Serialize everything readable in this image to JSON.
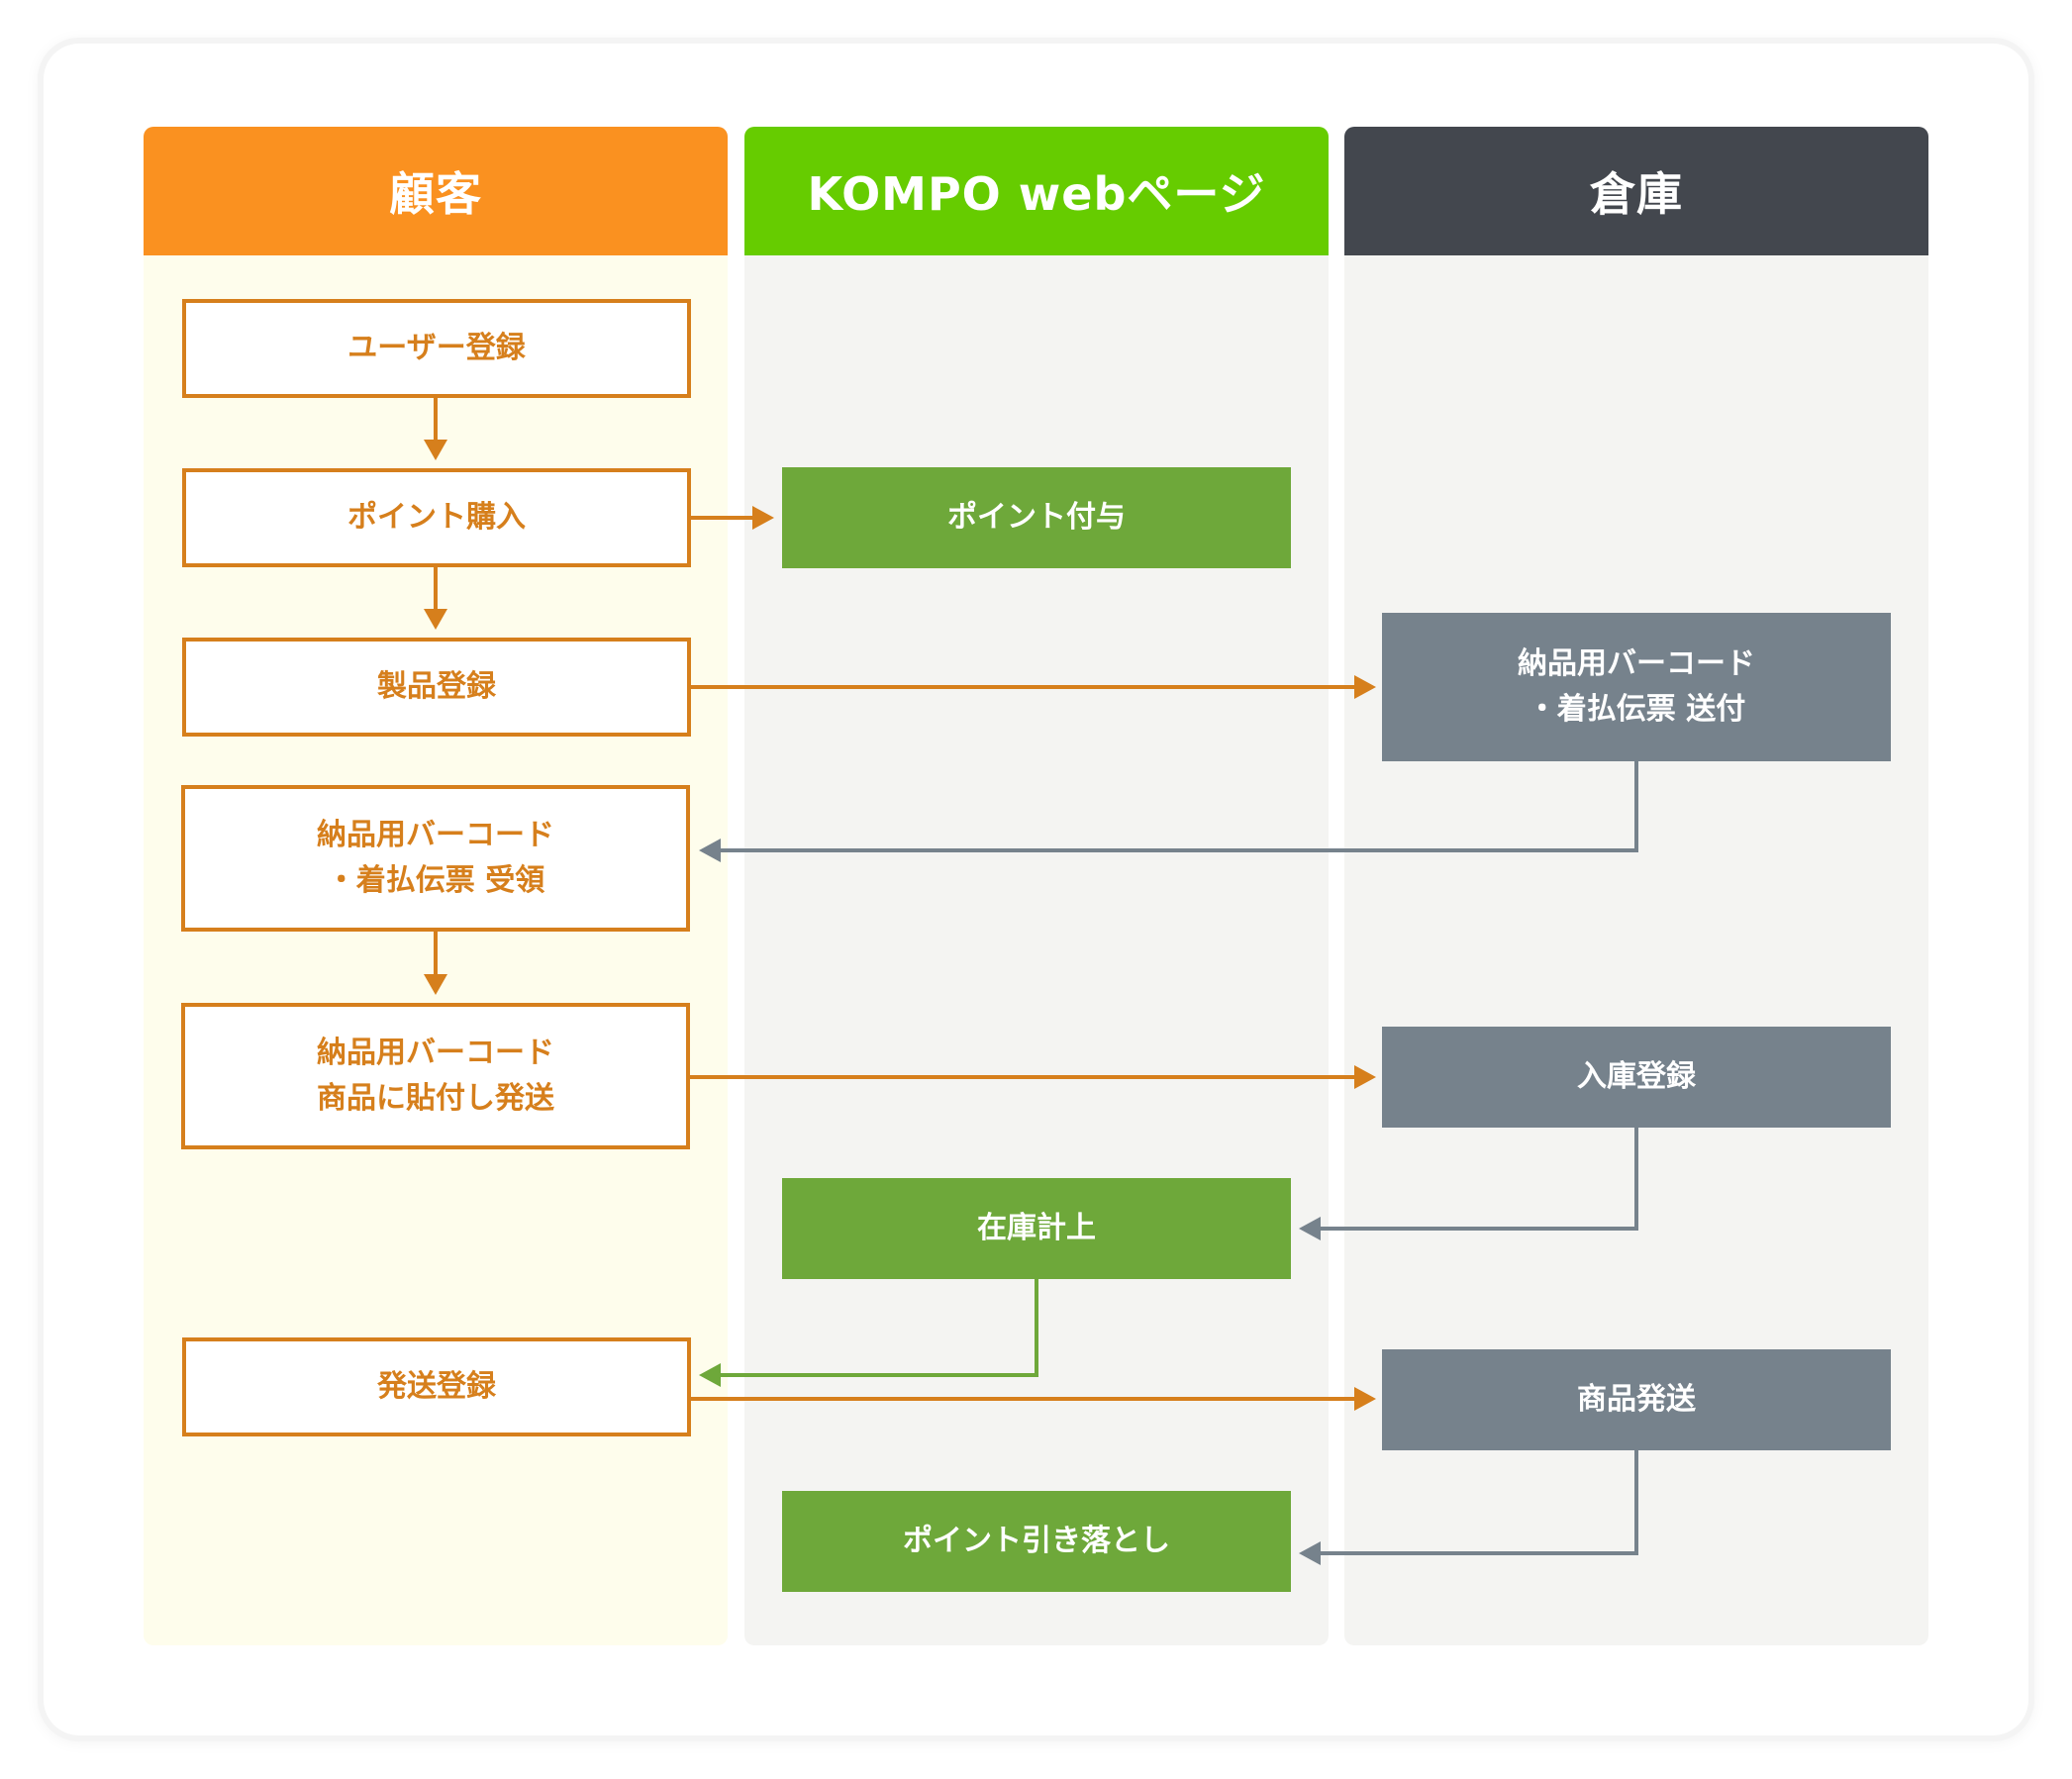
{
  "lanes": {
    "customer": "顧客",
    "web": "KOMPO webページ",
    "warehouse": "倉庫"
  },
  "customer_steps": {
    "user_registration": "ユーザー登録",
    "point_purchase": "ポイント購入",
    "product_registration": "製品登録",
    "receive_barcode_line1": "納品用バーコード",
    "receive_barcode_line2": "・着払伝票 受領",
    "attach_ship_line1": "納品用バーコード",
    "attach_ship_line2": "商品に貼付し発送",
    "shipping_registration": "発送登録"
  },
  "web_steps": {
    "point_grant": "ポイント付与",
    "inventory_booking": "在庫計上",
    "point_deduction": "ポイント引き落とし"
  },
  "warehouse_steps": {
    "send_barcode_line1": "納品用バーコード",
    "send_barcode_line2": "・着払伝票 送付",
    "receiving_registration": "入庫登録",
    "product_shipping": "商品発送"
  },
  "colors": {
    "customer_header": "#fa9120",
    "web_header": "#66cc00",
    "warehouse_header": "#43474e",
    "customer_arrow": "#d67f1c",
    "web_arrow": "#6ea83a",
    "warehouse_arrow": "#76828c"
  }
}
